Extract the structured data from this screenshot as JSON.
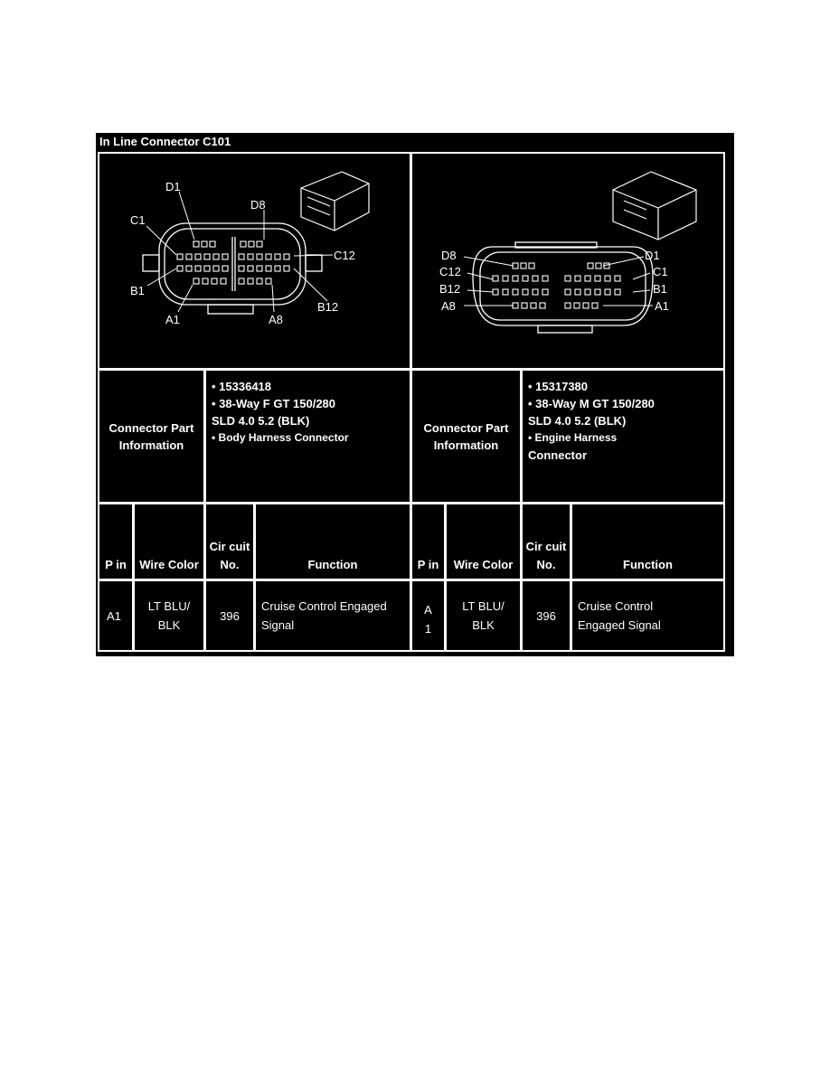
{
  "title": "In Line Connector C101",
  "left": {
    "pin_labels": {
      "D1": "D1",
      "D8": "D8",
      "C1": "C1",
      "C12": "C12",
      "B1": "B1",
      "B12": "B12",
      "A1": "A1",
      "A8": "A8"
    },
    "part_info_label": "Connector Part Information",
    "part_info": [
      "•  15336418",
      "•  38-Way F GT 150/280",
      "SLD 4.0 5.2 (BLK)",
      "•  Body Harness Connector"
    ],
    "headers": {
      "pin": "P in",
      "wire_color": "Wire Color",
      "circuit": "Cir cuit No.",
      "function": "Function"
    },
    "rows": [
      {
        "pin": "A1",
        "wire_color": "LT BLU/ BLK",
        "circuit": "396",
        "function": "Cruise Control Engaged Signal"
      }
    ]
  },
  "right": {
    "pin_labels": {
      "D8": "D8",
      "D1": "D1",
      "C12": "C12",
      "C1": "C1",
      "B12": "B12",
      "B1": "B1",
      "A8": "A8",
      "A1": "A1"
    },
    "part_info_label": "Connector Part Information",
    "part_info": [
      "•  15317380",
      "•  38-Way M GT 150/280",
      "SLD 4.0 5.2 (BLK)",
      "•  Engine Harness",
      "Connector"
    ],
    "headers": {
      "pin": "P in",
      "wire_color": "Wire Color",
      "circuit": "Cir cuit No.",
      "function": "Function"
    },
    "rows": [
      {
        "pin": "A 1",
        "wire_color": "LT BLU/ BLK",
        "circuit": "396",
        "function": "Cruise Control Engaged Signal"
      }
    ]
  }
}
